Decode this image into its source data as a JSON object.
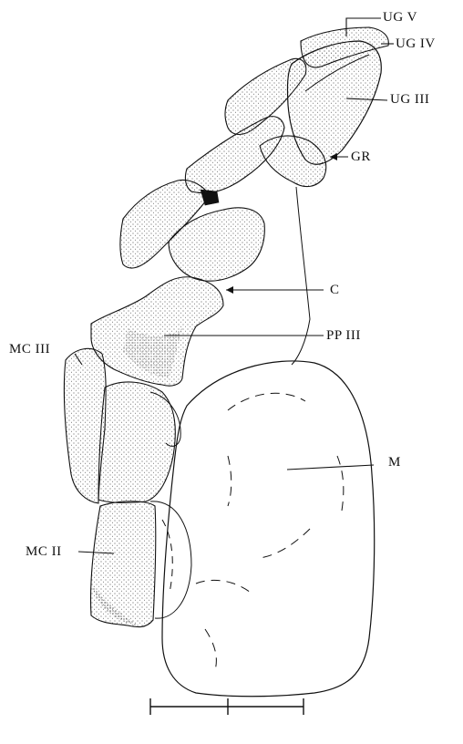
{
  "labels": {
    "ug_v": "UG V",
    "ug_iv": "UG IV",
    "ug_iii": "UG III",
    "gr": "GR",
    "c": "C",
    "pp_iii": "PP III",
    "mc_iii": "MC III",
    "m": "M",
    "mc_ii": "MC II"
  },
  "colors": {
    "ink": "#111111",
    "stipple": "#333333",
    "paper": "#ffffff"
  }
}
